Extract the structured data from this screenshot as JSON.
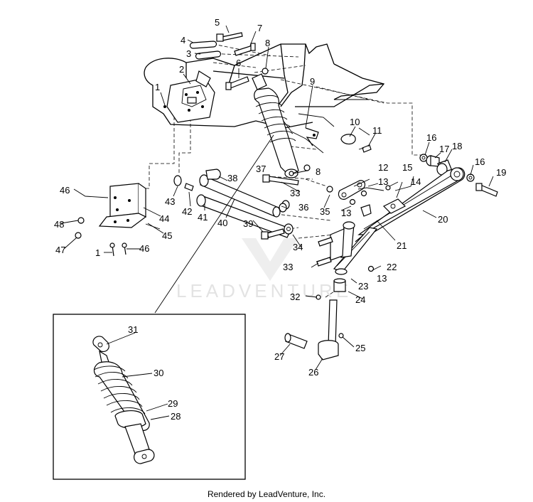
{
  "watermark": "LEADVENTURE",
  "footer": "Rendered by LeadVenture, Inc.",
  "callouts": [
    "1",
    "2",
    "3",
    "4",
    "5",
    "6",
    "7",
    "8",
    "9",
    "10",
    "11",
    "12",
    "13",
    "14",
    "15",
    "16",
    "17",
    "18",
    "19",
    "20",
    "21",
    "22",
    "23",
    "24",
    "25",
    "26",
    "27",
    "28",
    "29",
    "30",
    "31",
    "32",
    "33",
    "34",
    "35",
    "36",
    "37",
    "38",
    "39",
    "40",
    "41",
    "42",
    "43",
    "44",
    "45",
    "46",
    "47",
    "48"
  ],
  "colors": {
    "line": "#000000",
    "background": "#ffffff",
    "watermark": "#e3e3e3"
  }
}
